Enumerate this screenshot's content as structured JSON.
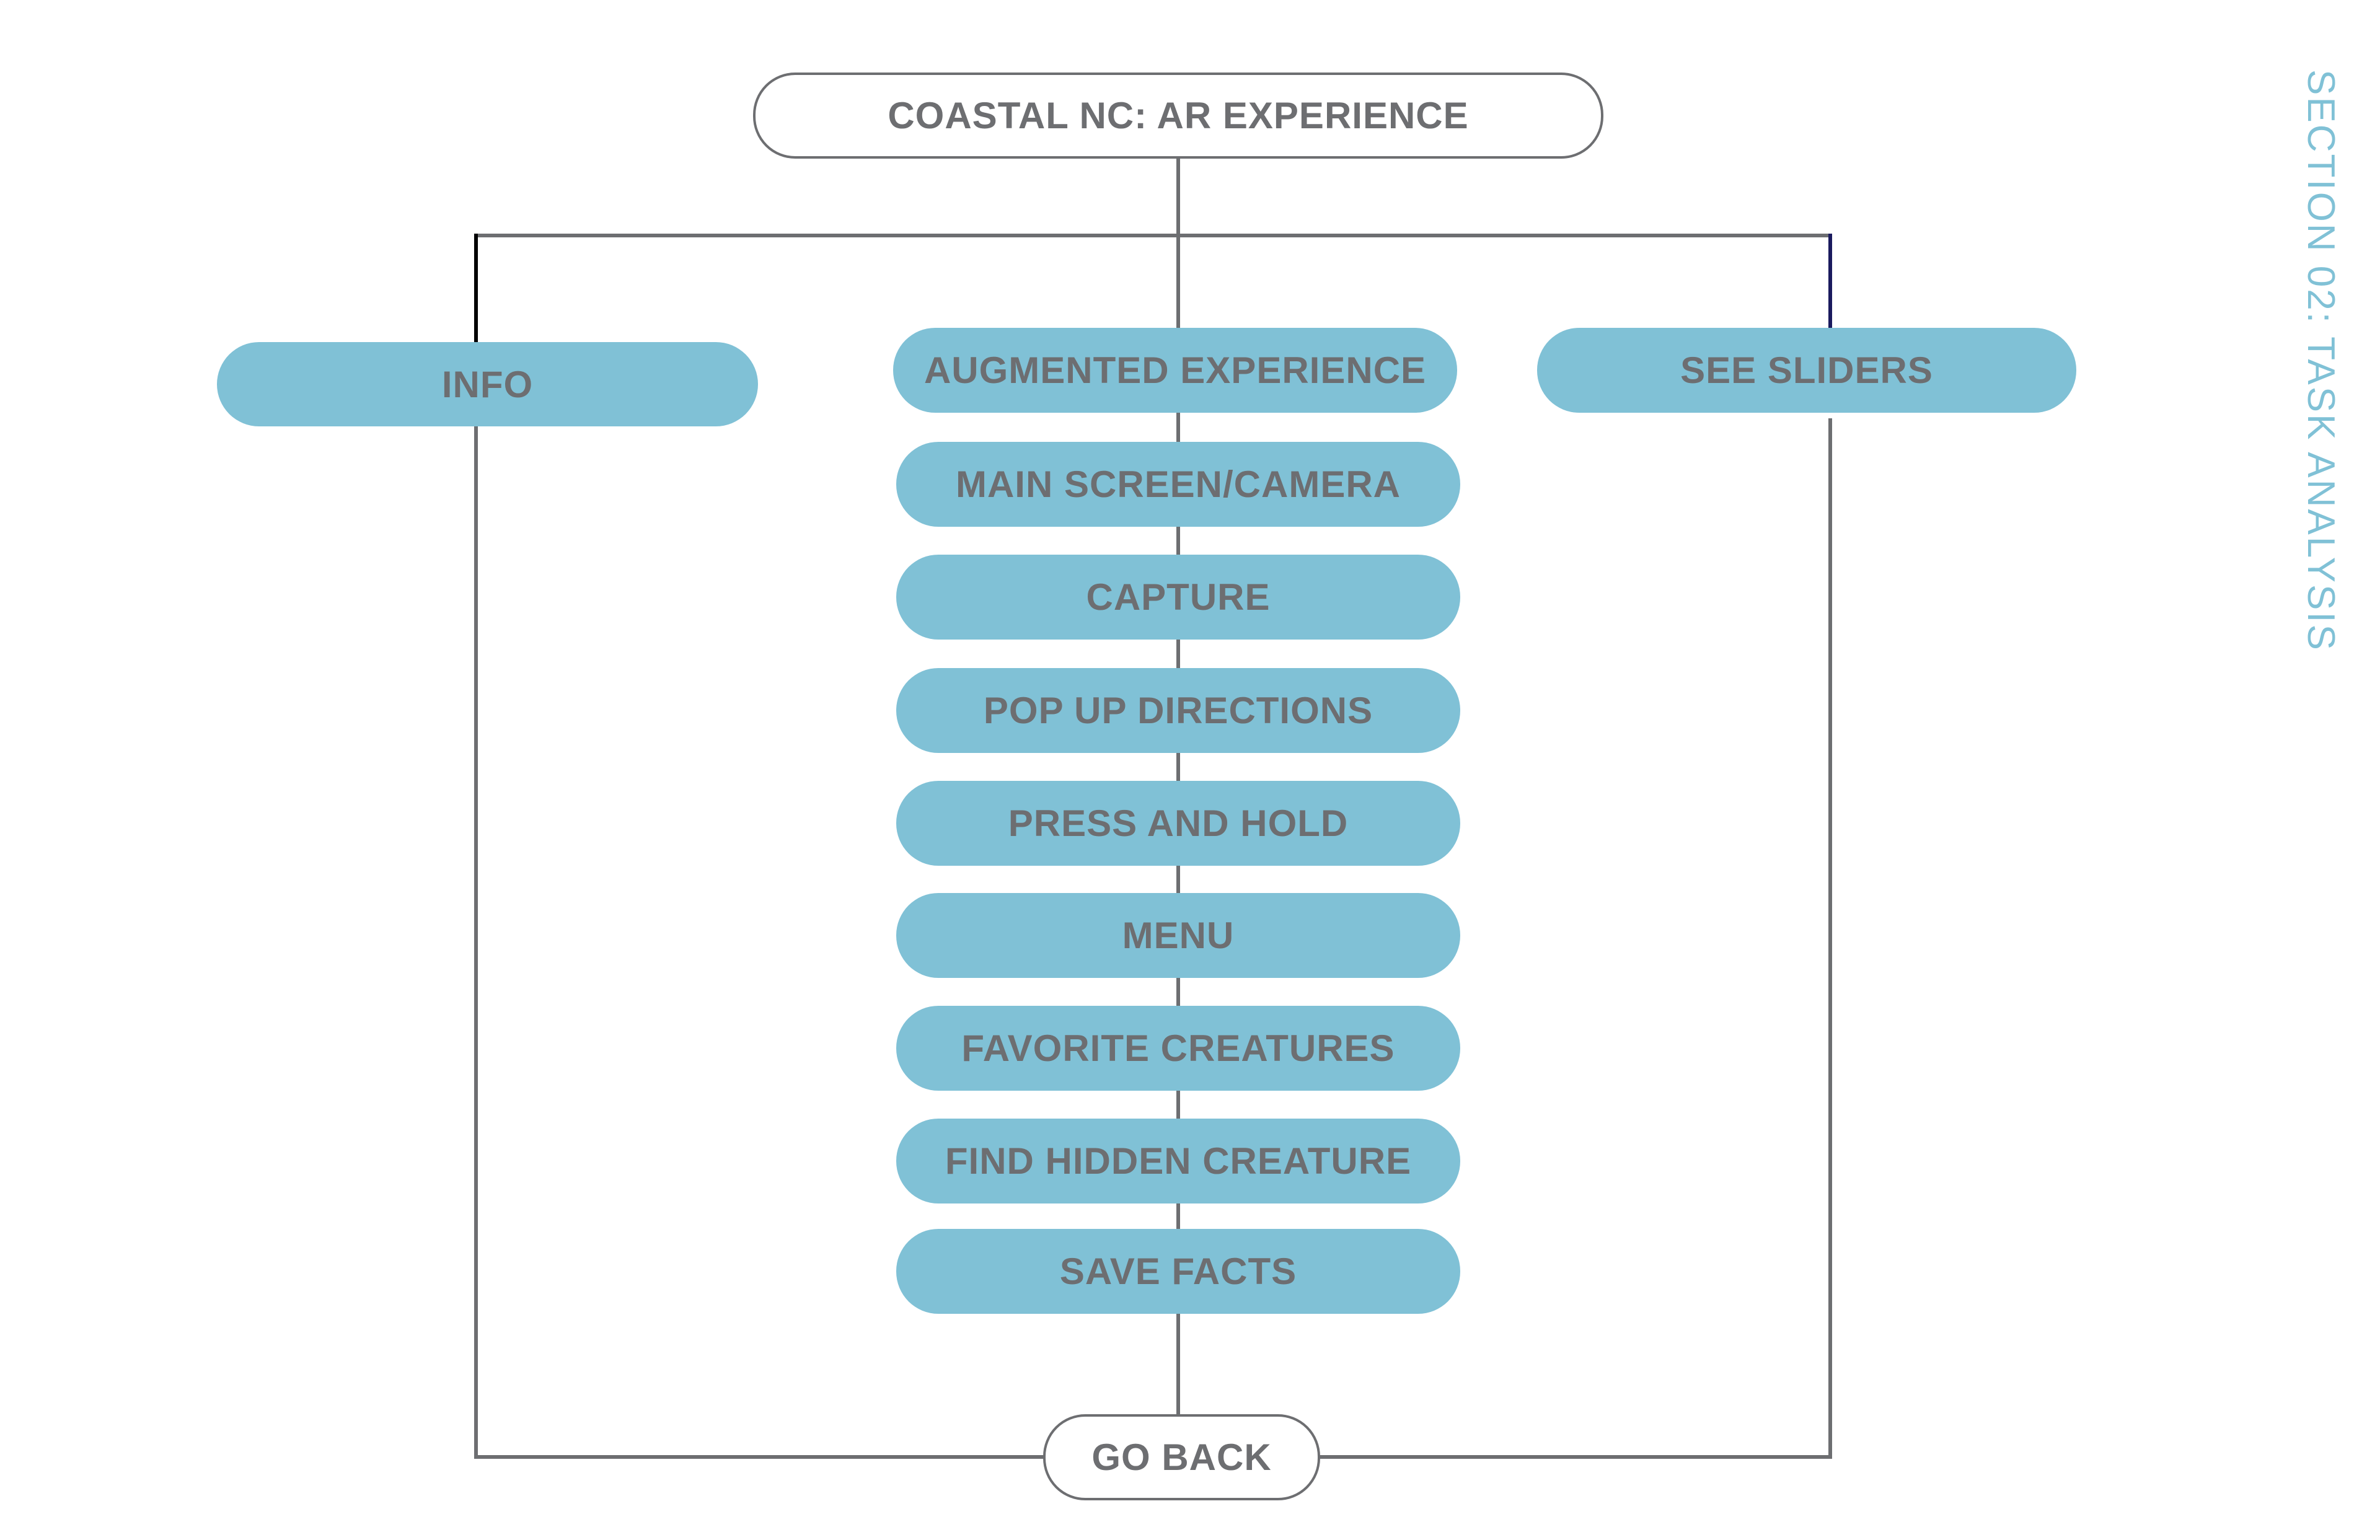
{
  "diagram": {
    "title": "COASTAL NC: AR EXPERIENCE",
    "section_label": "SECTION 02: TASK ANALYSIS",
    "branches": {
      "left": "INFO",
      "center": "AUGMENTED EXPERIENCE",
      "right": "SEE SLIDERS"
    },
    "center_steps": [
      "MAIN SCREEN/CAMERA",
      "CAPTURE",
      "POP UP DIRECTIONS",
      "PRESS AND HOLD",
      "MENU",
      "FAVORITE CREATURES",
      "FIND HIDDEN CREATURE",
      "SAVE FACTS"
    ],
    "end_node": "GO BACK",
    "colors": {
      "node_fill": "#80c1d6",
      "text": "#6d6e71",
      "connector": "#6d6e71",
      "left_connector": "#000000",
      "right_connector": "#1a1a5e",
      "section_label": "#80c1d6"
    }
  }
}
